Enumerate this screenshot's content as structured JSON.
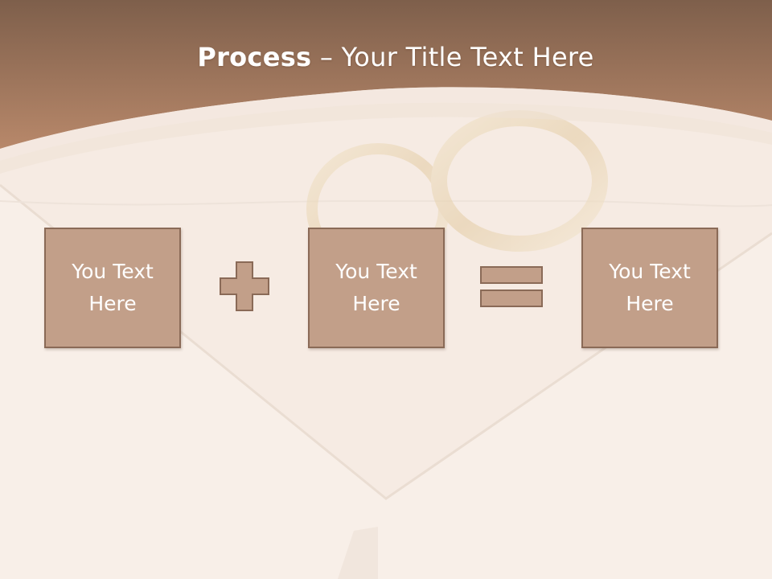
{
  "slide": {
    "title_bold": "Process",
    "title_dash": " – ",
    "title_rest": "Your Title Text Here",
    "boxes": [
      {
        "line1": "You Text",
        "line2": "Here"
      },
      {
        "line1": "You Text",
        "line2": "Here"
      },
      {
        "line1": "You Text",
        "line2": "Here"
      }
    ],
    "operators": [
      "plus-icon",
      "equals-icon"
    ]
  },
  "colors": {
    "header": "#a57a5e",
    "box_fill": "#c29f89",
    "box_border": "#8a6a57",
    "background": "#f6ebe3"
  }
}
